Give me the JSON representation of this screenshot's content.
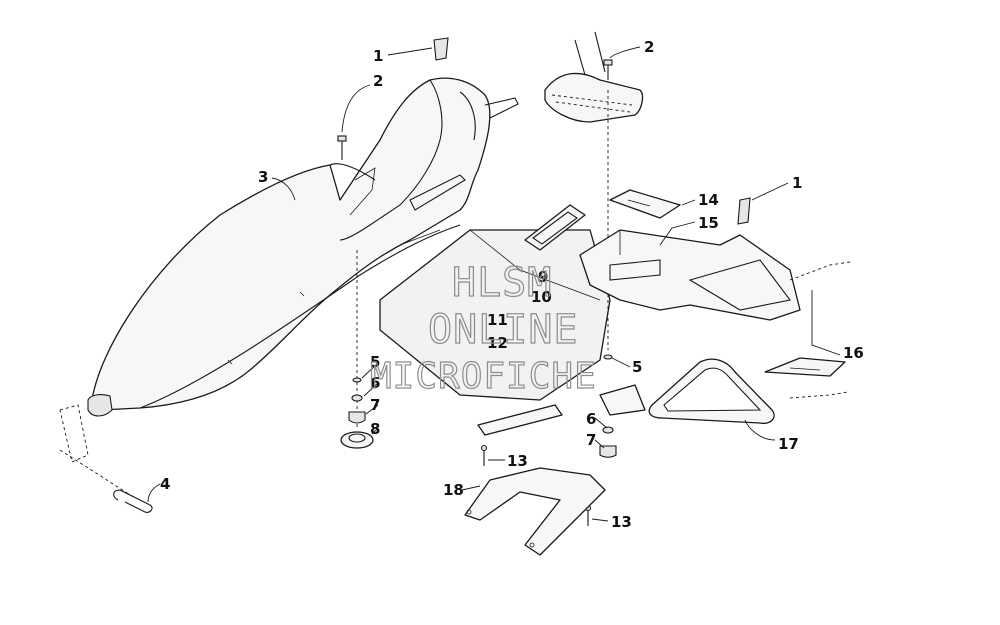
{
  "callouts": {
    "c1a": "1",
    "c2a": "2",
    "c2b": "2",
    "c3": "3",
    "c1b": "1",
    "c14": "14",
    "c15": "15",
    "c9": "9",
    "c10": "10",
    "c11": "11",
    "c12": "12",
    "c5a": "5",
    "c6a": "6",
    "c7a": "7",
    "c8": "8",
    "c5b": "5",
    "c16": "16",
    "c6b": "6",
    "c7b": "7",
    "c17": "17",
    "c4": "4",
    "c13a": "13",
    "c18": "18",
    "c13b": "13"
  },
  "watermark": {
    "line1": "HLSM",
    "line2": "ONLINE",
    "line3": "MICROFICHE"
  }
}
